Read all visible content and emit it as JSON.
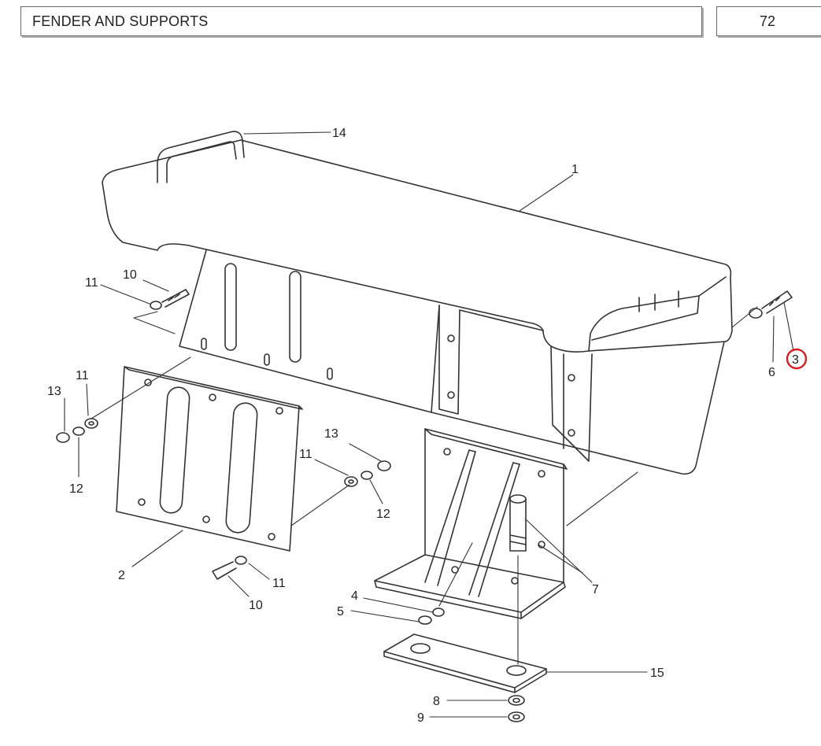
{
  "header": {
    "title": "FENDER AND SUPPORTS",
    "page_number": "72"
  },
  "diagram": {
    "callouts": {
      "c1": "1",
      "c2": "2",
      "c3": "3",
      "c4": "4",
      "c5": "5",
      "c6": "6",
      "c7": "7",
      "c8": "8",
      "c9": "9",
      "c10a": "10",
      "c10b": "10",
      "c11a": "11",
      "c11b": "11",
      "c11c": "11",
      "c11d": "11",
      "c12a": "12",
      "c12b": "12",
      "c13a": "13",
      "c13b": "13",
      "c14": "14",
      "c15": "15"
    },
    "highlighted_callout": "3",
    "highlight_color": "#d42020",
    "line_color": "#333333"
  }
}
